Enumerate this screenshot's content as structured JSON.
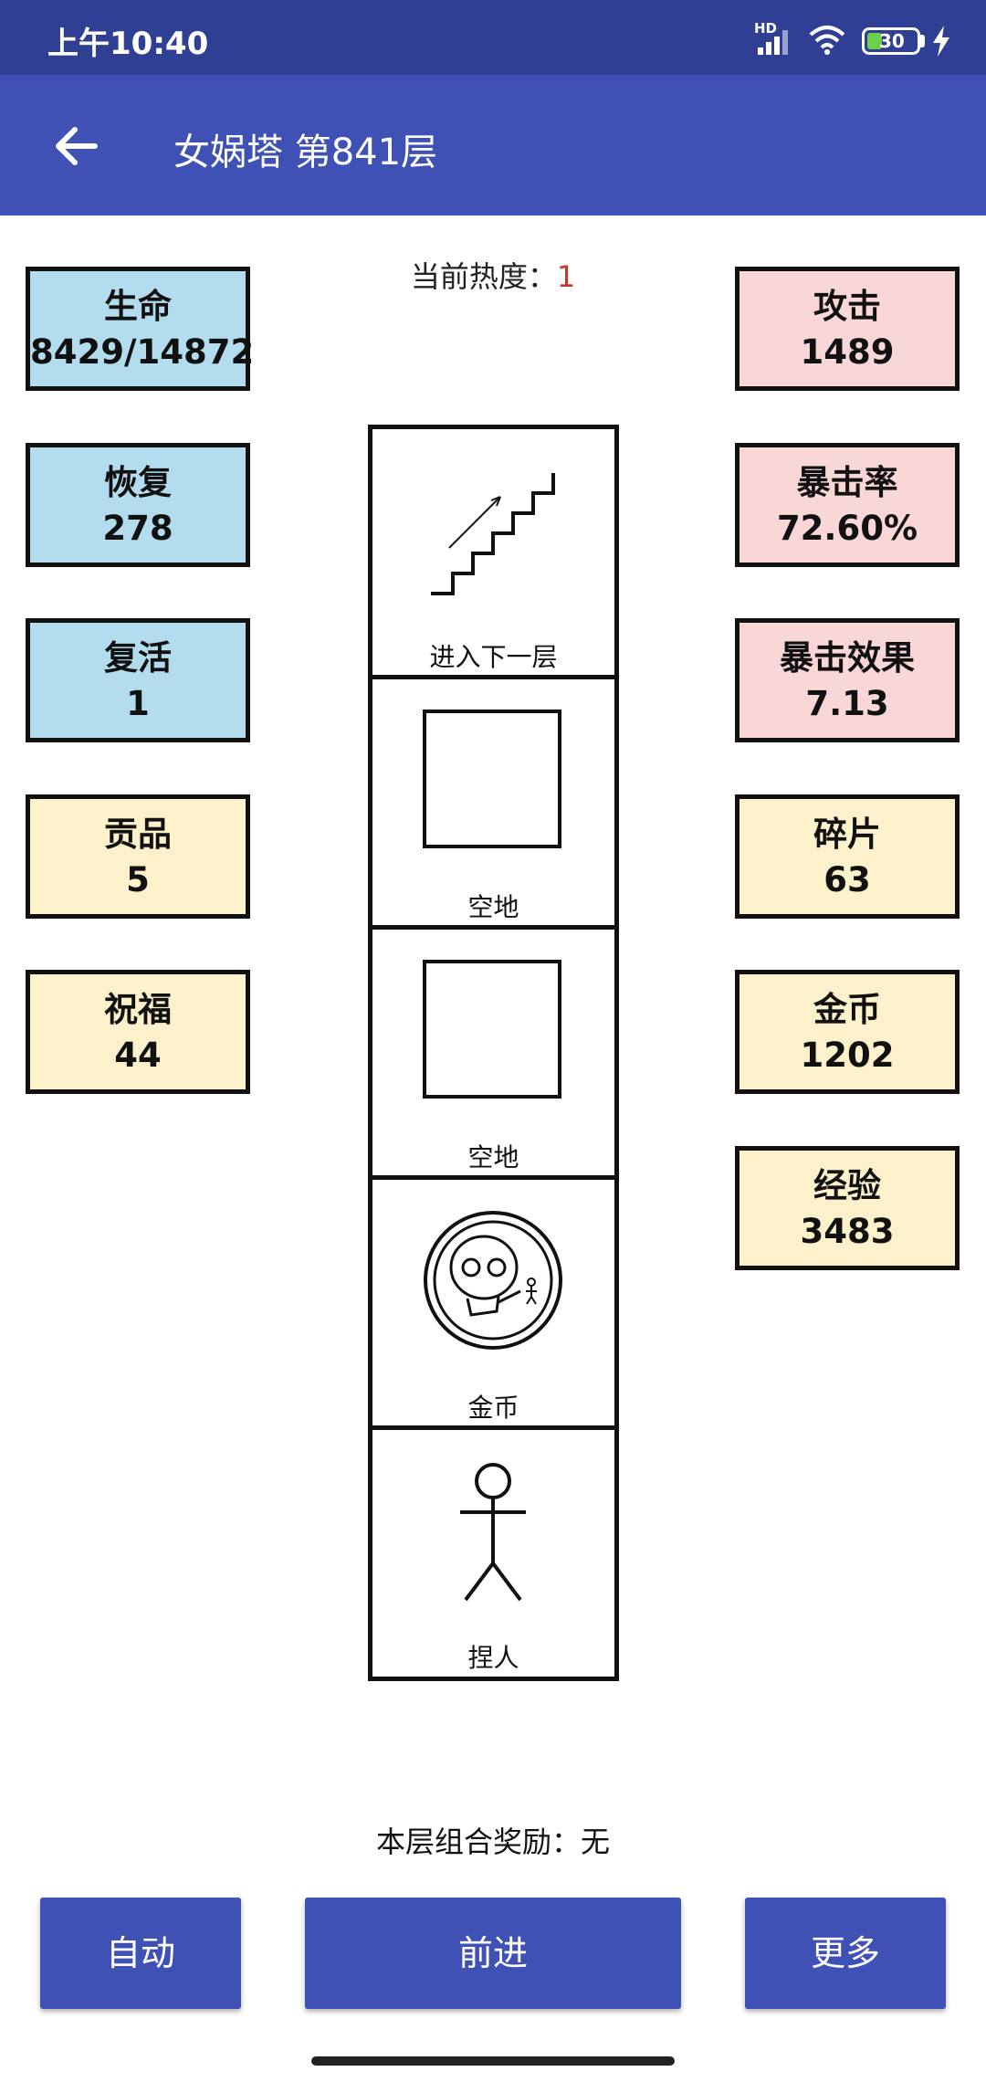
{
  "status_bar": {
    "time": "上午10:40",
    "hd": "HD",
    "battery_level": "30"
  },
  "app_bar": {
    "title": "女娲塔 第841层"
  },
  "heat": {
    "label": "当前热度：",
    "value": "1"
  },
  "left_stats": [
    {
      "label": "生命",
      "value": "8429/14872"
    },
    {
      "label": "恢复",
      "value": "278"
    },
    {
      "label": "复活",
      "value": "1"
    },
    {
      "label": "贡品",
      "value": "5"
    },
    {
      "label": "祝福",
      "value": "44"
    }
  ],
  "right_stats": [
    {
      "label": "攻击",
      "value": "1489"
    },
    {
      "label": "暴击率",
      "value": "72.60%"
    },
    {
      "label": "暴击效果",
      "value": "7.13"
    },
    {
      "label": "碎片",
      "value": "63"
    },
    {
      "label": "金币",
      "value": "1202"
    },
    {
      "label": "经验",
      "value": "3483"
    }
  ],
  "tower_cells": [
    {
      "label": "进入下一层",
      "icon": "stairs-up-icon"
    },
    {
      "label": "空地",
      "icon": "empty-square-icon"
    },
    {
      "label": "空地",
      "icon": "empty-square-icon"
    },
    {
      "label": "金币",
      "icon": "coin-icon"
    },
    {
      "label": "捏人",
      "icon": "stick-figure-icon"
    }
  ],
  "combo_reward": "本层组合奖励：无",
  "buttons": {
    "auto": "自动",
    "forward": "前进",
    "more": "更多"
  },
  "colors": {
    "status_bar": "#2f3f94",
    "app_bar": "#3f51b5",
    "button": "#3f51b5",
    "stat_blue": "#b3ddef",
    "stat_pink": "#f8d7d6",
    "stat_yellow": "#fdf1cc",
    "heat_value": "#c0392b"
  }
}
